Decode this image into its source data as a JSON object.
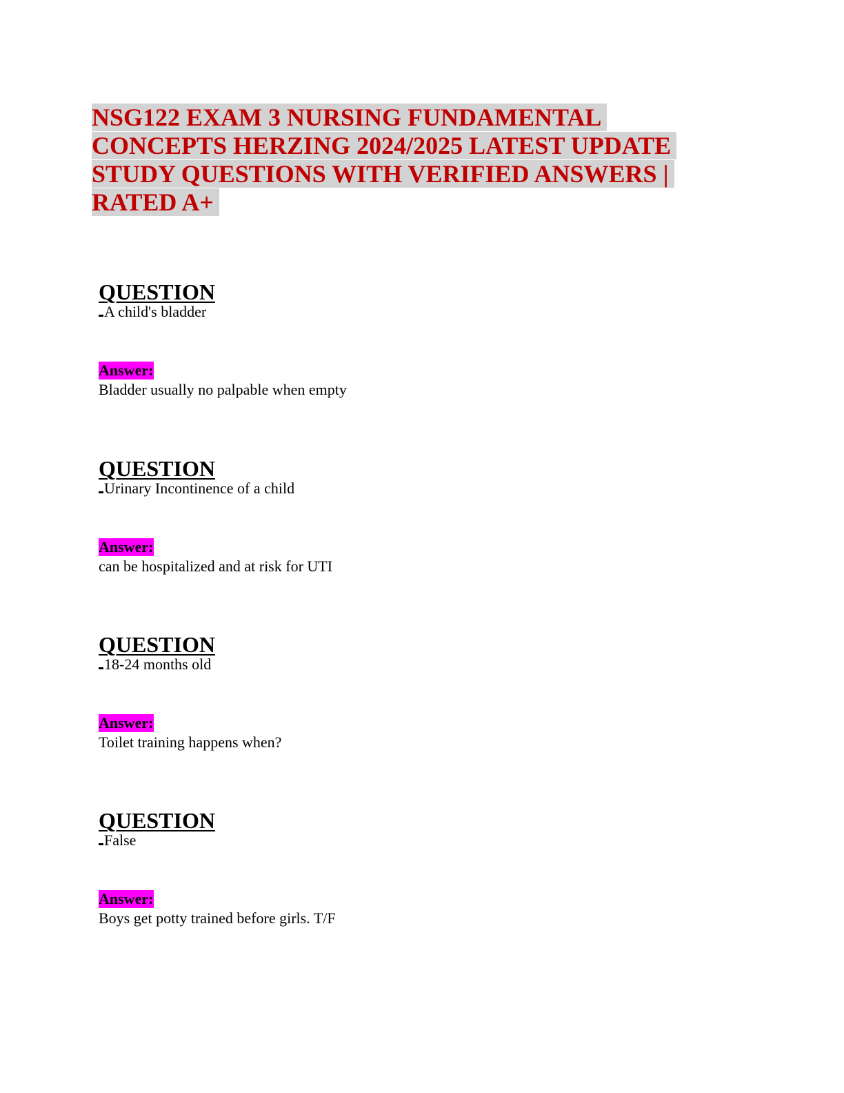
{
  "document": {
    "title": "NSG122 EXAM 3 NURSING FUNDAMENTAL CONCEPTS HERZING 2024/2025 LATEST UPDATE STUDY QUESTIONS WITH VERIFIED ANSWERS | RATED A+",
    "title_color": "#c00000",
    "title_highlight": "#d3d3d3",
    "answer_highlight": "#ff00ff"
  },
  "qa": [
    {
      "heading": "QUESTION",
      "question": "A child's bladder",
      "answer_label": "Answer:",
      "answer": "Bladder usually no palpable when empty"
    },
    {
      "heading": "QUESTION",
      "question": "Urinary Incontinence of a child",
      "answer_label": "Answer:",
      "answer": "can be hospitalized and at risk for UTI"
    },
    {
      "heading": "QUESTION",
      "question": "18-24 months old",
      "answer_label": "Answer:",
      "answer": "Toilet training happens when?"
    },
    {
      "heading": "QUESTION",
      "question": "False",
      "answer_label": "Answer:",
      "answer": "Boys get potty trained before girls. T/F"
    }
  ]
}
